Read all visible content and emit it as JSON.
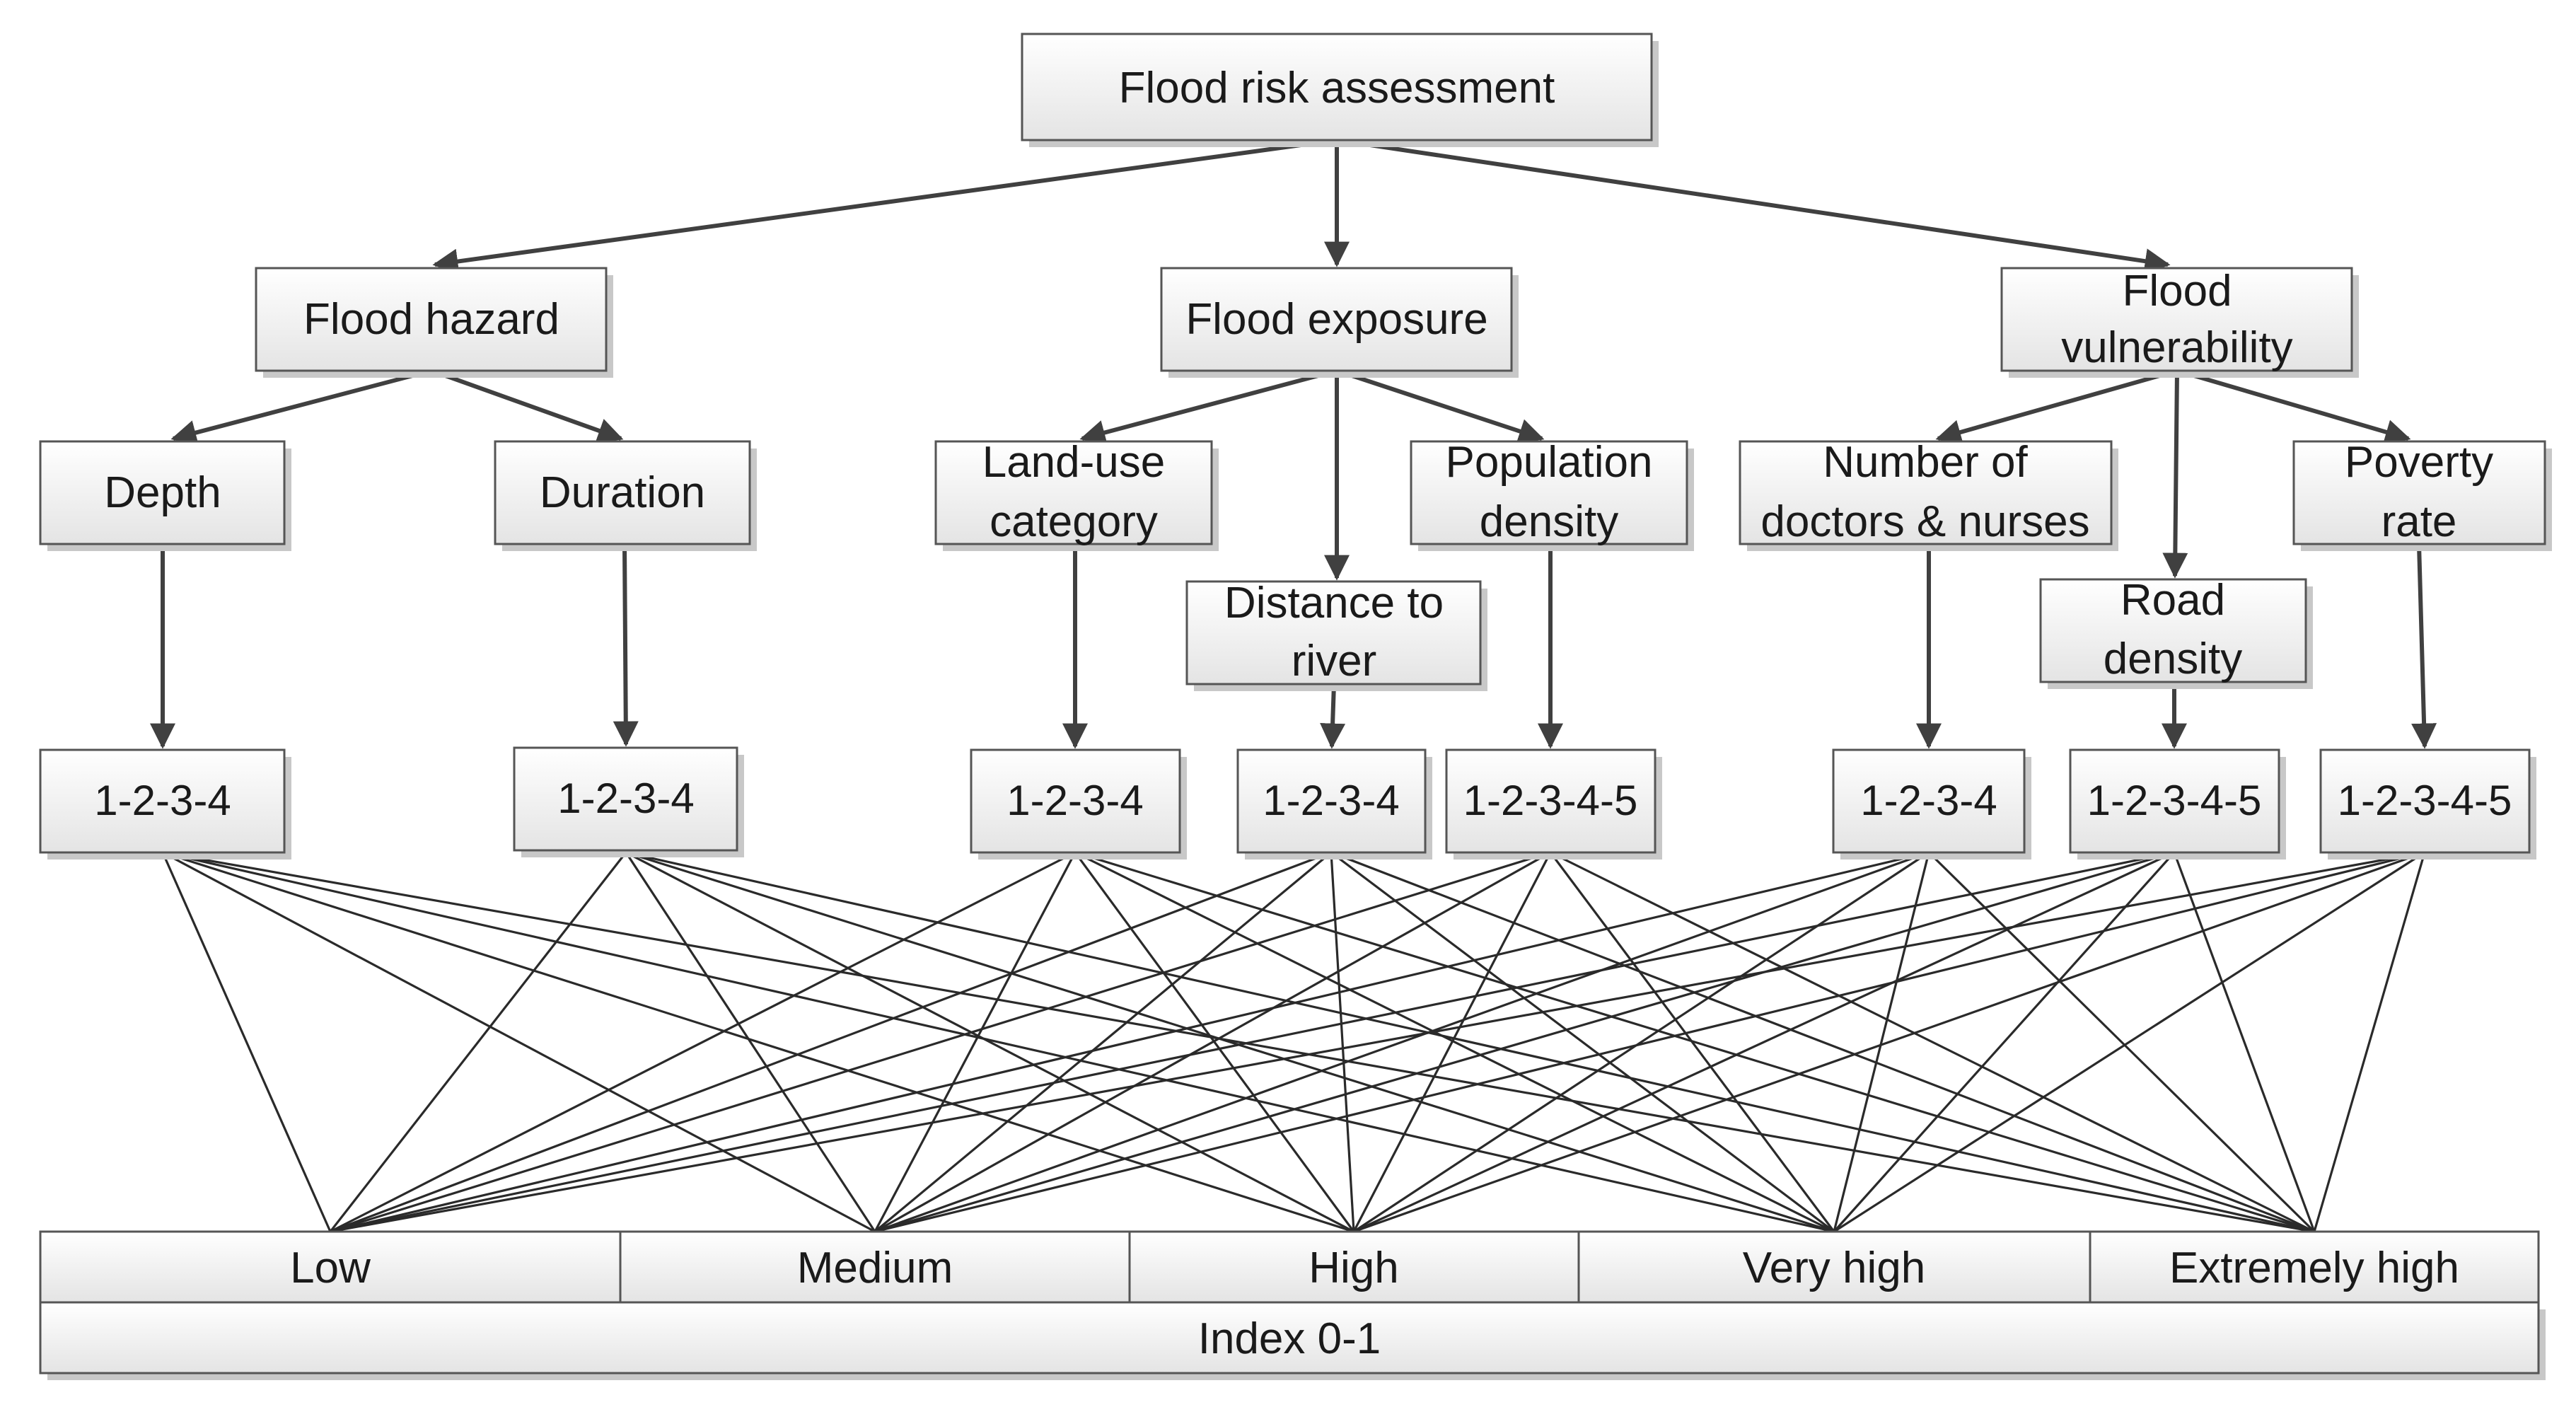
{
  "diagram": {
    "root": "Flood risk assessment",
    "categories": [
      {
        "id": "hazard",
        "label_lines": [
          "Flood hazard"
        ]
      },
      {
        "id": "exposure",
        "label_lines": [
          "Flood exposure"
        ]
      },
      {
        "id": "vulnerability",
        "label_lines": [
          "Flood",
          "vulnerability"
        ]
      }
    ],
    "indicators": [
      {
        "id": "depth",
        "category": "hazard",
        "label_lines": [
          "Depth"
        ],
        "scale": "1-2-3-4"
      },
      {
        "id": "duration",
        "category": "hazard",
        "label_lines": [
          "Duration"
        ],
        "scale": "1-2-3-4"
      },
      {
        "id": "landuse",
        "category": "exposure",
        "label_lines": [
          "Land-use",
          "category"
        ],
        "scale": "1-2-3-4"
      },
      {
        "id": "distance",
        "category": "exposure",
        "label_lines": [
          "Distance to",
          "river"
        ],
        "scale": "1-2-3-4"
      },
      {
        "id": "population",
        "category": "exposure",
        "label_lines": [
          "Population",
          "density"
        ],
        "scale": "1-2-3-4-5"
      },
      {
        "id": "doctors",
        "category": "vulnerability",
        "label_lines": [
          "Number of",
          "doctors & nurses"
        ],
        "scale": "1-2-3-4"
      },
      {
        "id": "road",
        "category": "vulnerability",
        "label_lines": [
          "Road",
          "density"
        ],
        "scale": "1-2-3-4-5"
      },
      {
        "id": "poverty",
        "category": "vulnerability",
        "label_lines": [
          "Poverty",
          "rate"
        ],
        "scale": "1-2-3-4-5"
      }
    ],
    "risk_levels": [
      "Low",
      "Medium",
      "High",
      "Very high",
      "Extremely high"
    ],
    "index_label": "Index 0-1",
    "colors": {
      "box_top": "#ffffff",
      "box_bottom": "#e6e6e6",
      "border": "#555555",
      "arrow": "#404040",
      "text": "#1a1a1a"
    }
  }
}
